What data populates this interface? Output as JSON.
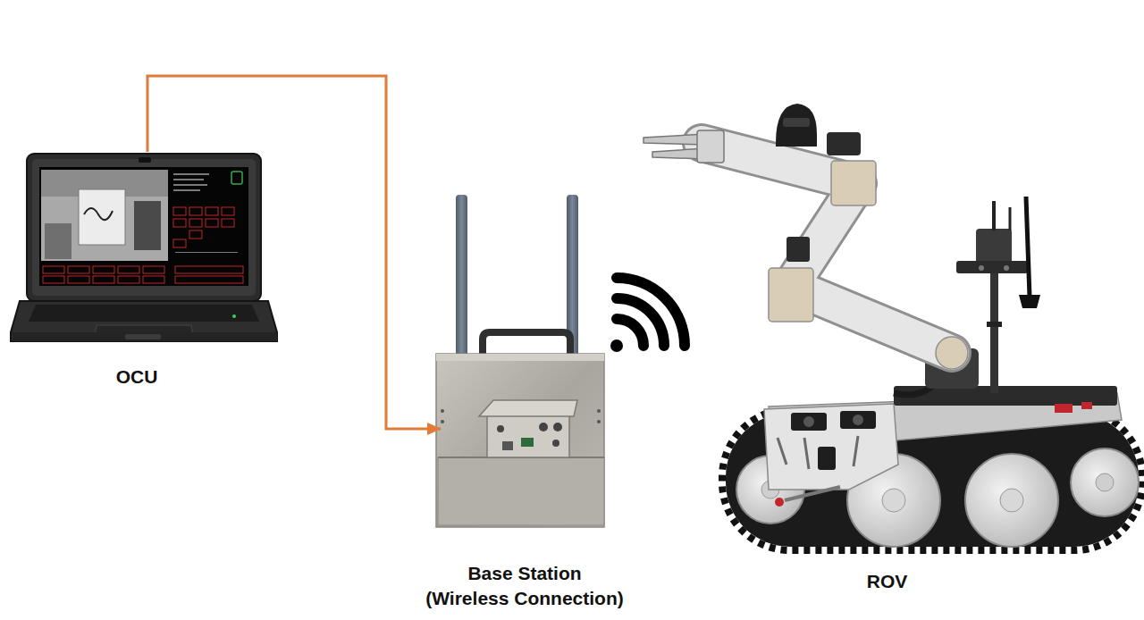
{
  "diagram": {
    "nodes": [
      {
        "text": [
          "OCU"
        ]
      },
      {
        "text": [
          "Base Station (Wireless Connection)"
        ]
      },
      {
        "text": [
          "ROV"
        ]
      }
    ],
    "edges": [
      {
        "from": 0,
        "to": 1,
        "arrow": "to"
      }
    ]
  }
}
